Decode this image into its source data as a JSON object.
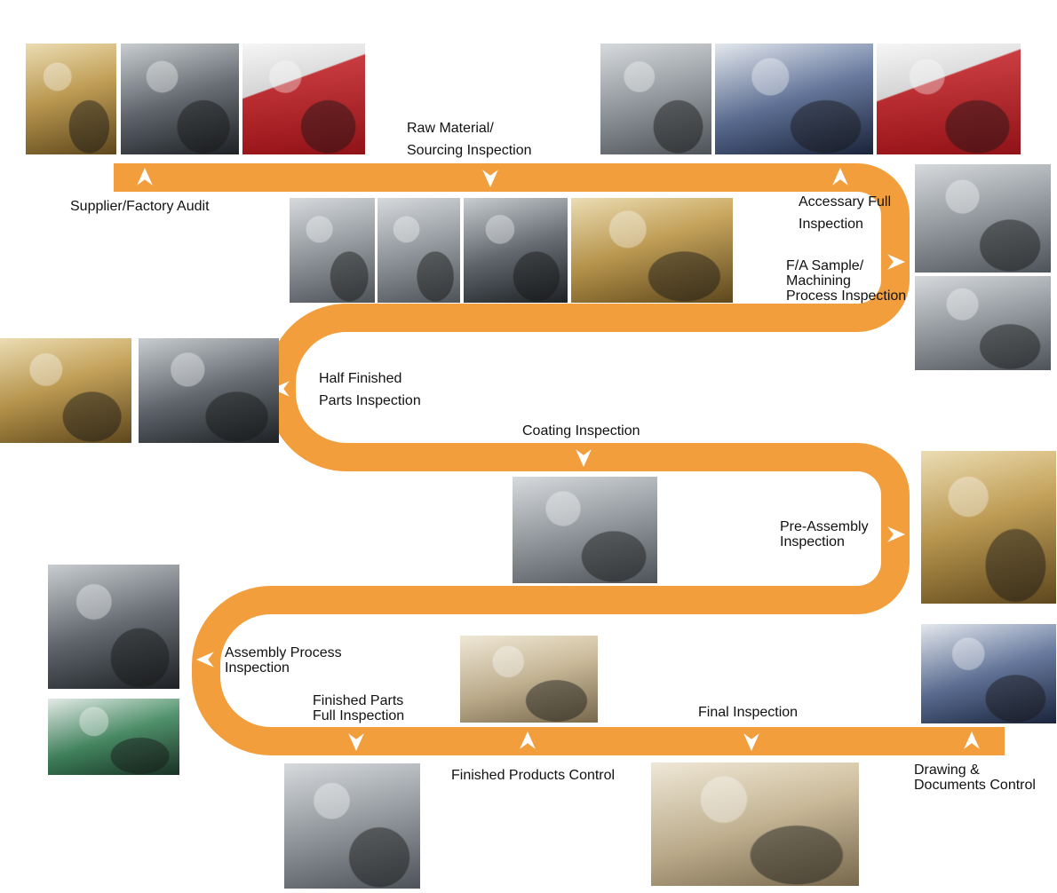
{
  "colors": {
    "flow": "#F29E3D",
    "arrow": "#FFFFFF",
    "text": "#111111",
    "background": "#FFFFFF"
  },
  "labels": {
    "raw_material_1": "Raw Material/",
    "raw_material_2": "Sourcing Inspection",
    "supplier_audit": "Supplier/Factory Audit",
    "accessary_1": "Accessary Full",
    "accessary_2": "Inspection",
    "fa_sample_1": "F/A Sample/",
    "fa_sample_2": "Machining",
    "fa_sample_3": "Process Inspection",
    "half_finished_1": "Half Finished",
    "half_finished_2": "Parts Inspection",
    "coating": "Coating Inspection",
    "pre_assembly_1": "Pre-Assembly",
    "pre_assembly_2": "Inspection",
    "assembly_process_1": "Assembly Process",
    "assembly_process_2": "Inspection",
    "finished_parts_1": "Finished Parts",
    "finished_parts_2": "Full Inspection",
    "final_inspection": "Final Inspection",
    "finished_products": "Finished Products Control",
    "drawing_1": "Drawing &",
    "drawing_2": "Documents Control"
  }
}
